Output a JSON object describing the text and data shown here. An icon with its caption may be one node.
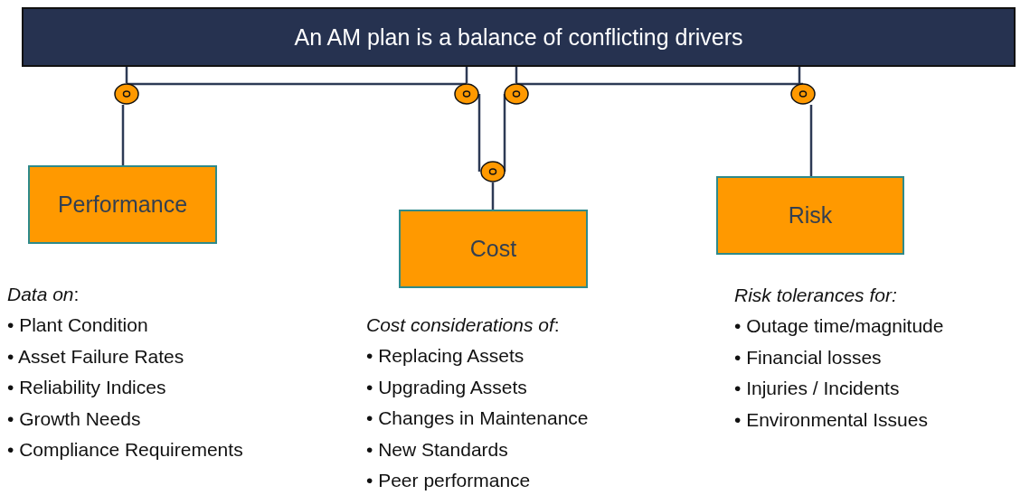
{
  "diagram": {
    "nodes": [
      {
        "text": [
          "An AM plan is a balance of conflicting drivers"
        ]
      },
      {
        "text": [
          "Performance"
        ],
        "beside": [
          "*Data on*:",
          "• Plant Condition",
          "• Asset Failure Rates",
          "• Reliability Indices",
          "• Growth Needs",
          "• Compliance Requirements"
        ]
      },
      {
        "text": [
          "Cost"
        ],
        "beside": [
          "*Cost considerations of*:",
          "• Replacing Assets",
          "• Upgrading Assets",
          "• Changes in Maintenance",
          "• New Standards",
          "• Peer performance"
        ]
      },
      {
        "text": [
          "Risk"
        ],
        "beside": [
          "*Risk tolerances for:*",
          "• Outage time/magnitude",
          "• Financial losses",
          "• Injuries / Incidents",
          "• Environmental Issues"
        ]
      },
      {
        "text": [],
        "shape": "circle"
      },
      {
        "text": [],
        "shape": "circle"
      },
      {
        "text": [],
        "shape": "circle"
      },
      {
        "text": [],
        "shape": "circle"
      },
      {
        "text": [],
        "shape": "circle"
      }
    ],
    "edges": [
      {
        "from": 0,
        "to": 4,
        "arrow": "none"
      },
      {
        "from": 4,
        "to": 1,
        "arrow": "none"
      },
      {
        "from": 4,
        "to": 5,
        "arrow": "none"
      },
      {
        "from": 0,
        "to": 5,
        "arrow": "none"
      },
      {
        "from": 5,
        "to": 8,
        "arrow": "none"
      },
      {
        "from": 0,
        "to": 6,
        "arrow": "none"
      },
      {
        "from": 6,
        "to": 7,
        "arrow": "none"
      },
      {
        "from": 6,
        "to": 8,
        "arrow": "none"
      },
      {
        "from": 8,
        "to": 2,
        "arrow": "none"
      },
      {
        "from": 0,
        "to": 7,
        "arrow": "none"
      },
      {
        "from": 7,
        "to": 3,
        "arrow": "none"
      }
    ]
  }
}
